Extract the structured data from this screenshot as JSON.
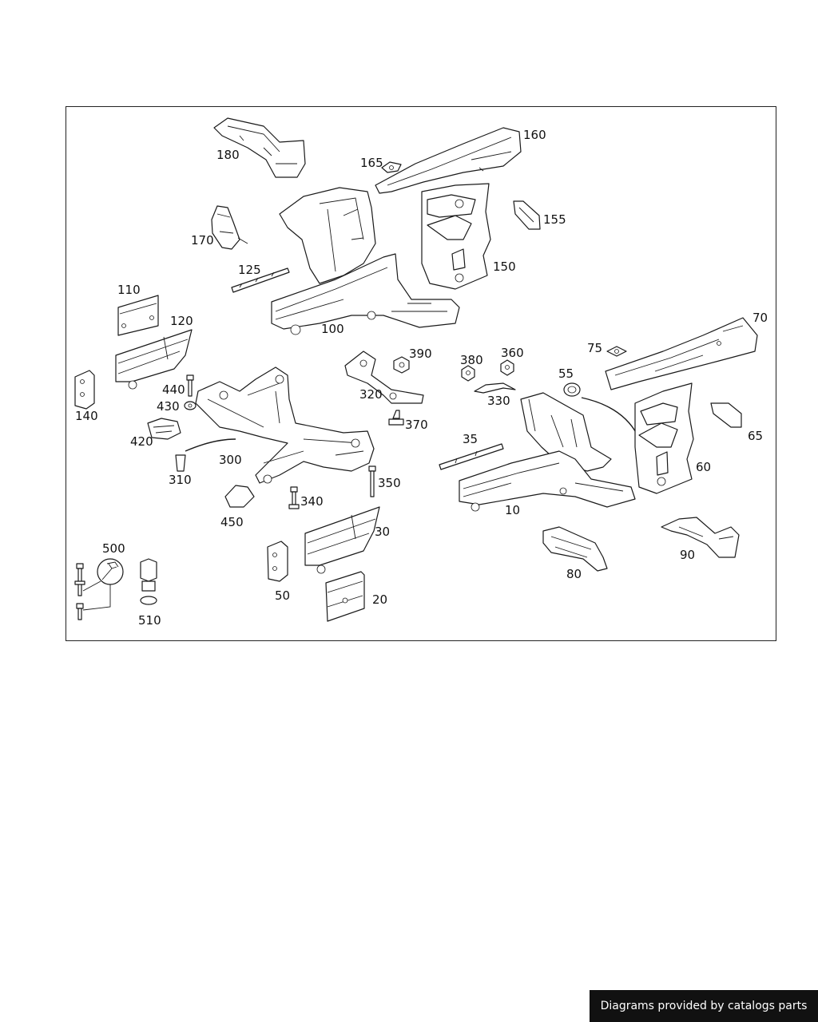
{
  "diagram": {
    "labels": {
      "p10": "10",
      "p20": "20",
      "p30": "30",
      "p35": "35",
      "p50": "50",
      "p55": "55",
      "p60": "60",
      "p65": "65",
      "p70": "70",
      "p75": "75",
      "p80": "80",
      "p90": "90",
      "p100": "100",
      "p110": "110",
      "p120": "120",
      "p125": "125",
      "p140": "140",
      "p150": "150",
      "p155": "155",
      "p160": "160",
      "p165": "165",
      "p170": "170",
      "p180": "180",
      "p300": "300",
      "p310": "310",
      "p320": "320",
      "p330": "330",
      "p340": "340",
      "p350": "350",
      "p360": "360",
      "p370": "370",
      "p380": "380",
      "p390": "390",
      "p420": "420",
      "p430": "430",
      "p440": "440",
      "p450": "450",
      "p500": "500",
      "p510": "510"
    }
  },
  "footer": {
    "text": "Diagrams provided by catalogs parts"
  },
  "colors": {
    "line": "#1a1a1a",
    "background": "#ffffff",
    "footer_bg": "#111111",
    "footer_text": "#ffffff"
  }
}
